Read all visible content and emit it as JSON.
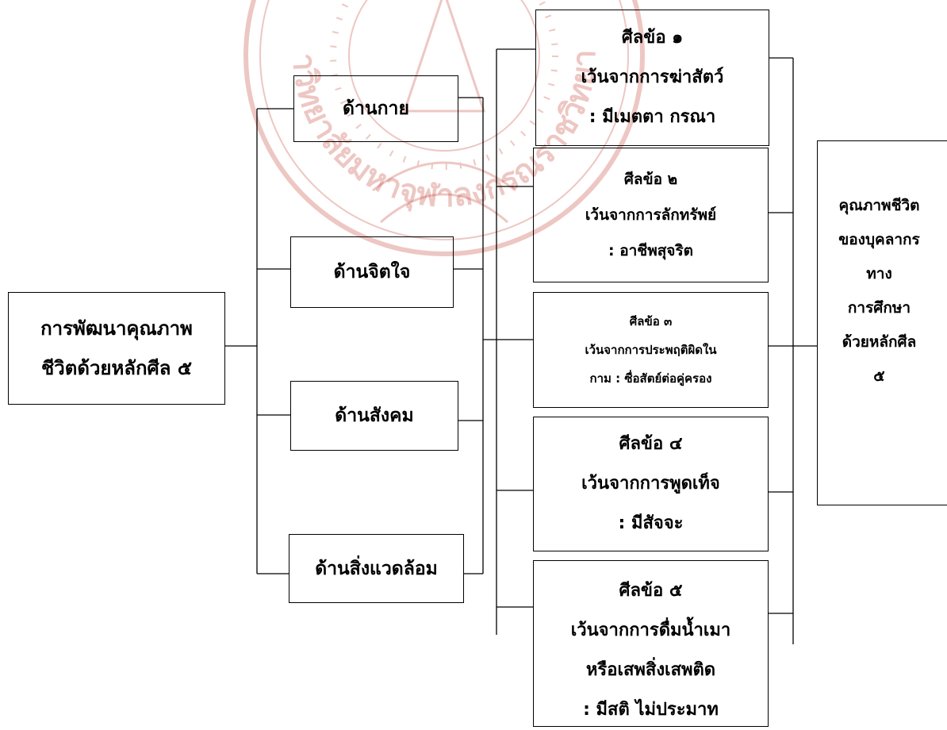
{
  "colors": {
    "line": "#000000",
    "watermark": "#c0392b"
  },
  "root": {
    "lines": [
      "การพัฒนาคุณภาพ",
      "ชีวิตด้วยหลักศีล ๕"
    ]
  },
  "aspects": [
    {
      "label": "ด้านกาย"
    },
    {
      "label": "ด้านจิตใจ"
    },
    {
      "label": "ด้านสังคม"
    },
    {
      "label": "ด้านสิ่งแวดล้อม"
    }
  ],
  "precepts": [
    {
      "lines": [
        "ศีลข้อ ๑",
        "เว้นจากการฆ่าสัตว์",
        ": มีเมตตา กรณา"
      ]
    },
    {
      "lines": [
        "ศีลข้อ ๒",
        "เว้นจากการลักทรัพย์",
        ": อาชีพสุจริต"
      ]
    },
    {
      "lines": [
        "ศีลข้อ ๓",
        "เว้นจากการประพฤติผิดใน",
        "กาม : ซื่อสัตย์ต่อคู่ครอง"
      ]
    },
    {
      "lines": [
        "ศีลข้อ ๔",
        "เว้นจากการพูดเท็จ",
        ": มีสัจจะ"
      ]
    },
    {
      "lines": [
        "ศีลข้อ ๕",
        "เว้นจากการดื่มน้ำเมา",
        "หรือเสพสิ่งเสพติด",
        ": มีสติ ไม่ประมาท"
      ]
    }
  ],
  "result": {
    "lines": [
      "คุณภาพชีวิต",
      "ของบุคลากร",
      "ทาง",
      "การศึกษา",
      "ด้วยหลักศีล",
      "๕"
    ]
  },
  "watermark": {
    "text": "มหาวิทยาลัยมหาจุฬาลงกรณราชวิทยาลัย"
  }
}
